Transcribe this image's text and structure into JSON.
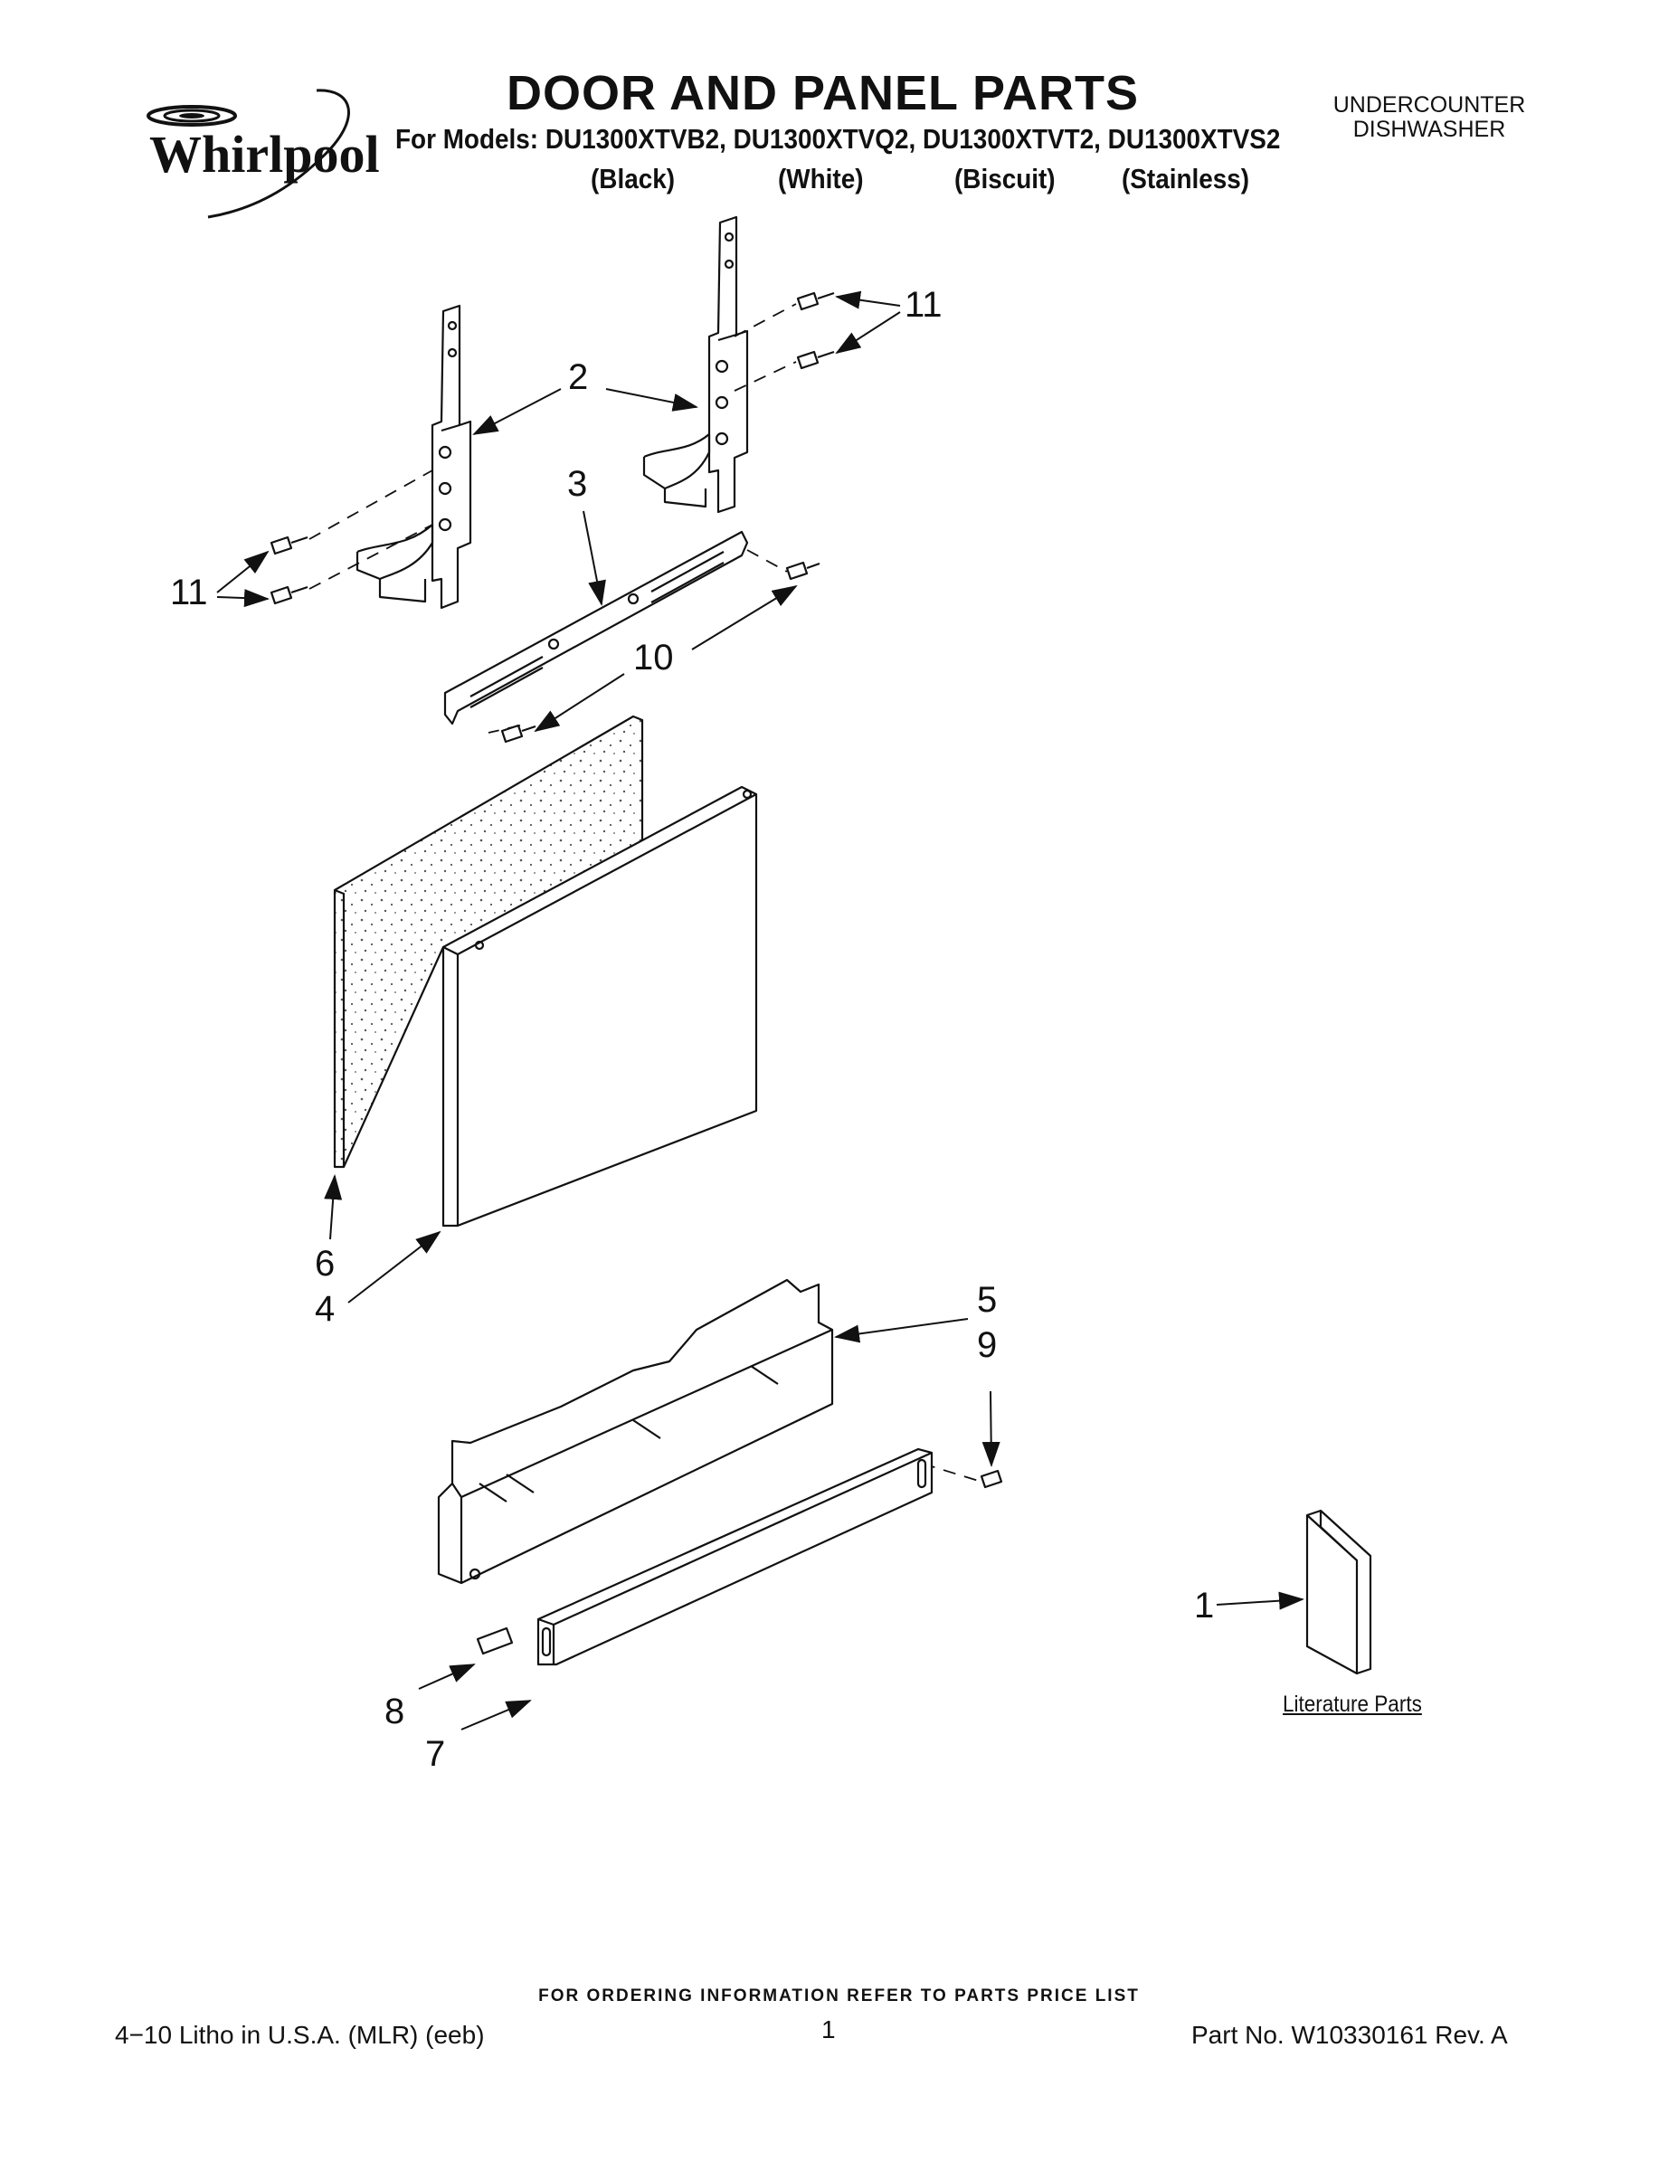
{
  "header": {
    "brand": "Whirlpool",
    "title": "DOOR AND PANEL PARTS",
    "models_line": "For Models: DU1300XTVB2, DU1300XTVQ2, DU1300XTVT2, DU1300XTVS2",
    "colors": [
      "(Black)",
      "(White)",
      "(Biscuit)",
      "(Stainless)"
    ],
    "product_line1": "UNDERCOUNTER",
    "product_line2": "DISHWASHER"
  },
  "callouts": {
    "c2": "2",
    "c3": "3",
    "c11a": "11",
    "c11b": "11",
    "c10": "10",
    "c6": "6",
    "c4": "4",
    "c5": "5",
    "c9": "9",
    "c1": "1",
    "c8": "8",
    "c7": "7"
  },
  "literature_label": "Literature Parts",
  "footer": {
    "ordering": "FOR ORDERING INFORMATION REFER TO PARTS PRICE LIST",
    "litho": "4−10 Litho in U.S.A. (MLR) (eeb)",
    "page": "1",
    "part_no": "Part No. W10330161 Rev. A"
  }
}
